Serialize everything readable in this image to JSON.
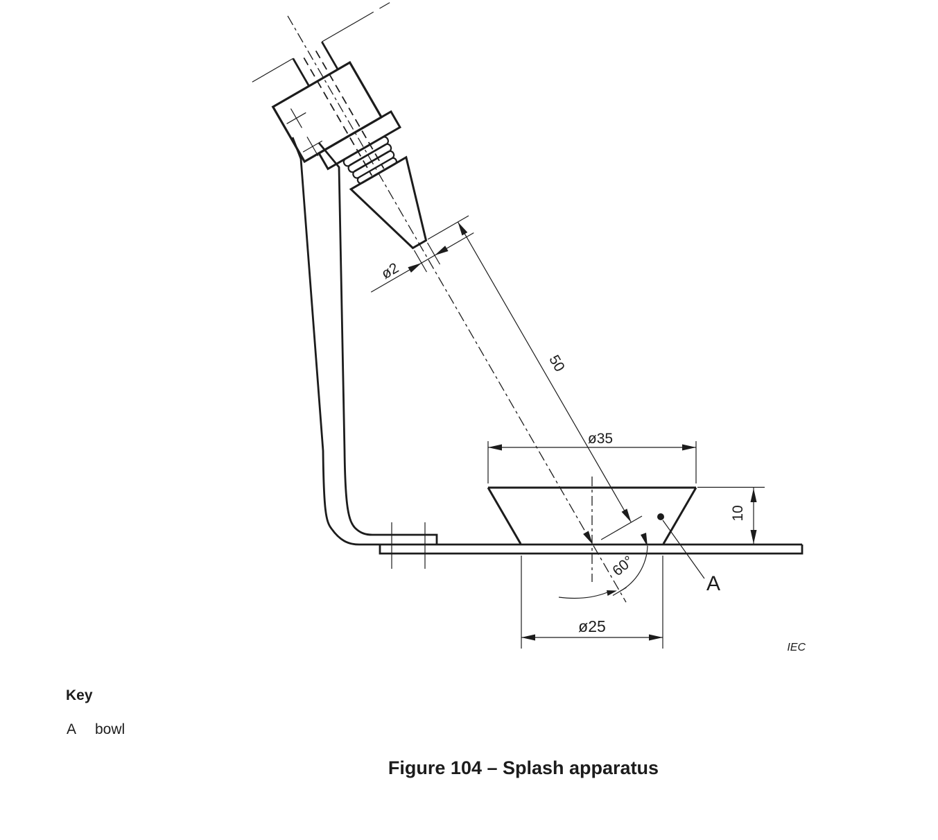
{
  "diagram": {
    "type": "technical-drawing",
    "background": "#ffffff",
    "line_color": "#1c1c1c",
    "dimensions": {
      "nozzle_tip_diameter": "ø2",
      "tip_to_bowl_distance": "50",
      "bowl_top_diameter": "ø35",
      "bowl_height": "10",
      "jet_angle": "60°",
      "bowl_bottom_diameter": "ø25"
    },
    "part_reference": "A",
    "publisher_mark": "IEC"
  },
  "key": {
    "heading": "Key",
    "items": [
      {
        "ref": "A",
        "label": "bowl"
      }
    ]
  },
  "caption": "Figure 104 – Splash apparatus"
}
